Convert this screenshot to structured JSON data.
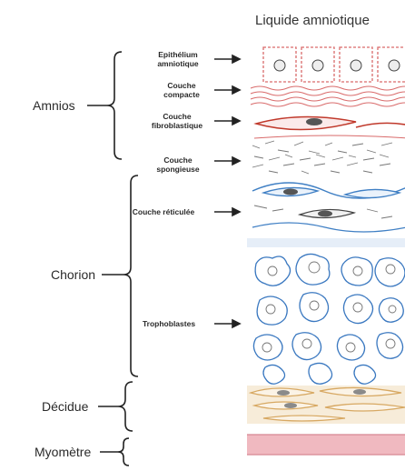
{
  "title": "Liquide amniotique",
  "regions": {
    "amnios": "Amnios",
    "chorion": "Chorion",
    "decidue": "Décidue",
    "myometre": "Myomètre"
  },
  "layers": {
    "epithelium_line1": "Epithélium",
    "epithelium_line2": "amniotique",
    "compacte_line1": "Couche",
    "compacte_line2": "compacte",
    "fibro_line1": "Couche",
    "fibro_line2": "fibroblastique",
    "spongieuse_line1": "Couche",
    "spongieuse_line2": "spongieuse",
    "reticulee": "Couche réticulée",
    "trophoblastes": "Trophoblastes"
  },
  "colors": {
    "epithelium": "#d96b6b",
    "fibroblast": "#c0392b",
    "reticular_blue": "#3f7fc4",
    "trophoblast_blue": "#3a78c0",
    "decidua_tan": "#e7c99a",
    "myometrium_pink": "#f0b9c0"
  }
}
